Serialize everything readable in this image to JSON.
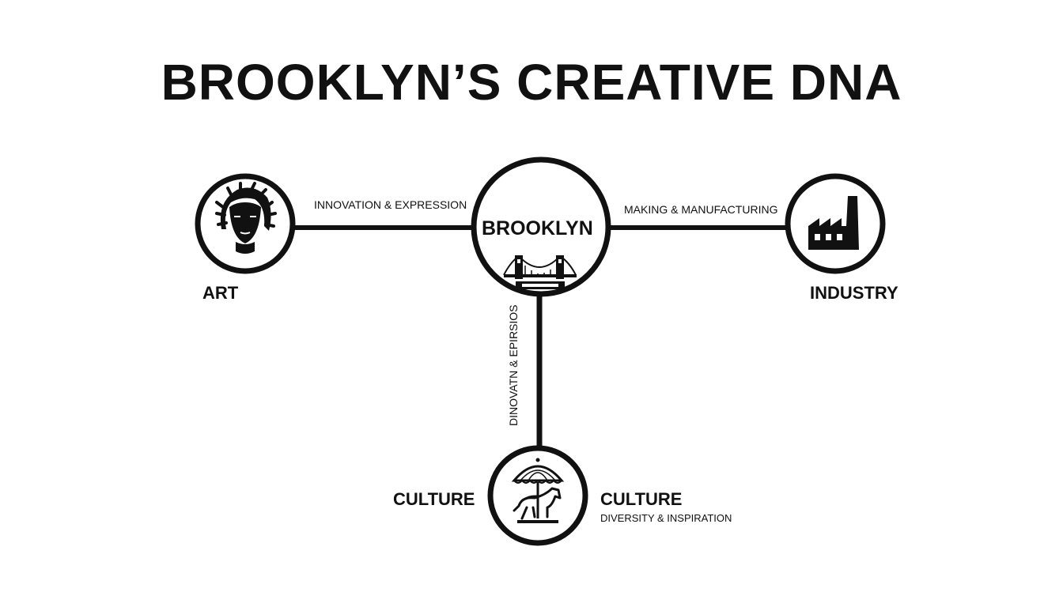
{
  "title": "BROOKLYN’S CREATIVE DNA",
  "hub": {
    "label": "BROOKLYN",
    "icon": "bridge-icon"
  },
  "nodes": [
    {
      "id": "art",
      "label": "ART",
      "icon": "portrait-icon"
    },
    {
      "id": "industry",
      "label": "INDUSTRY",
      "icon": "factory-icon"
    },
    {
      "id": "culture",
      "label": "CULTURE",
      "side_label": "CULTURE",
      "subtitle": "DIVERSITY & INSPIRATION",
      "icon": "carousel-icon"
    }
  ],
  "edges": [
    {
      "from": "art",
      "to": "brooklyn",
      "label": "INNOVATION & EXPRESSION"
    },
    {
      "from": "brooklyn",
      "to": "industry",
      "label": "MAKING & MANUFACTURING"
    },
    {
      "from": "brooklyn",
      "to": "culture",
      "label": "DINOVATN & EPIRSIOS"
    }
  ],
  "colors": {
    "ink": "#111111",
    "background": "#ffffff"
  }
}
